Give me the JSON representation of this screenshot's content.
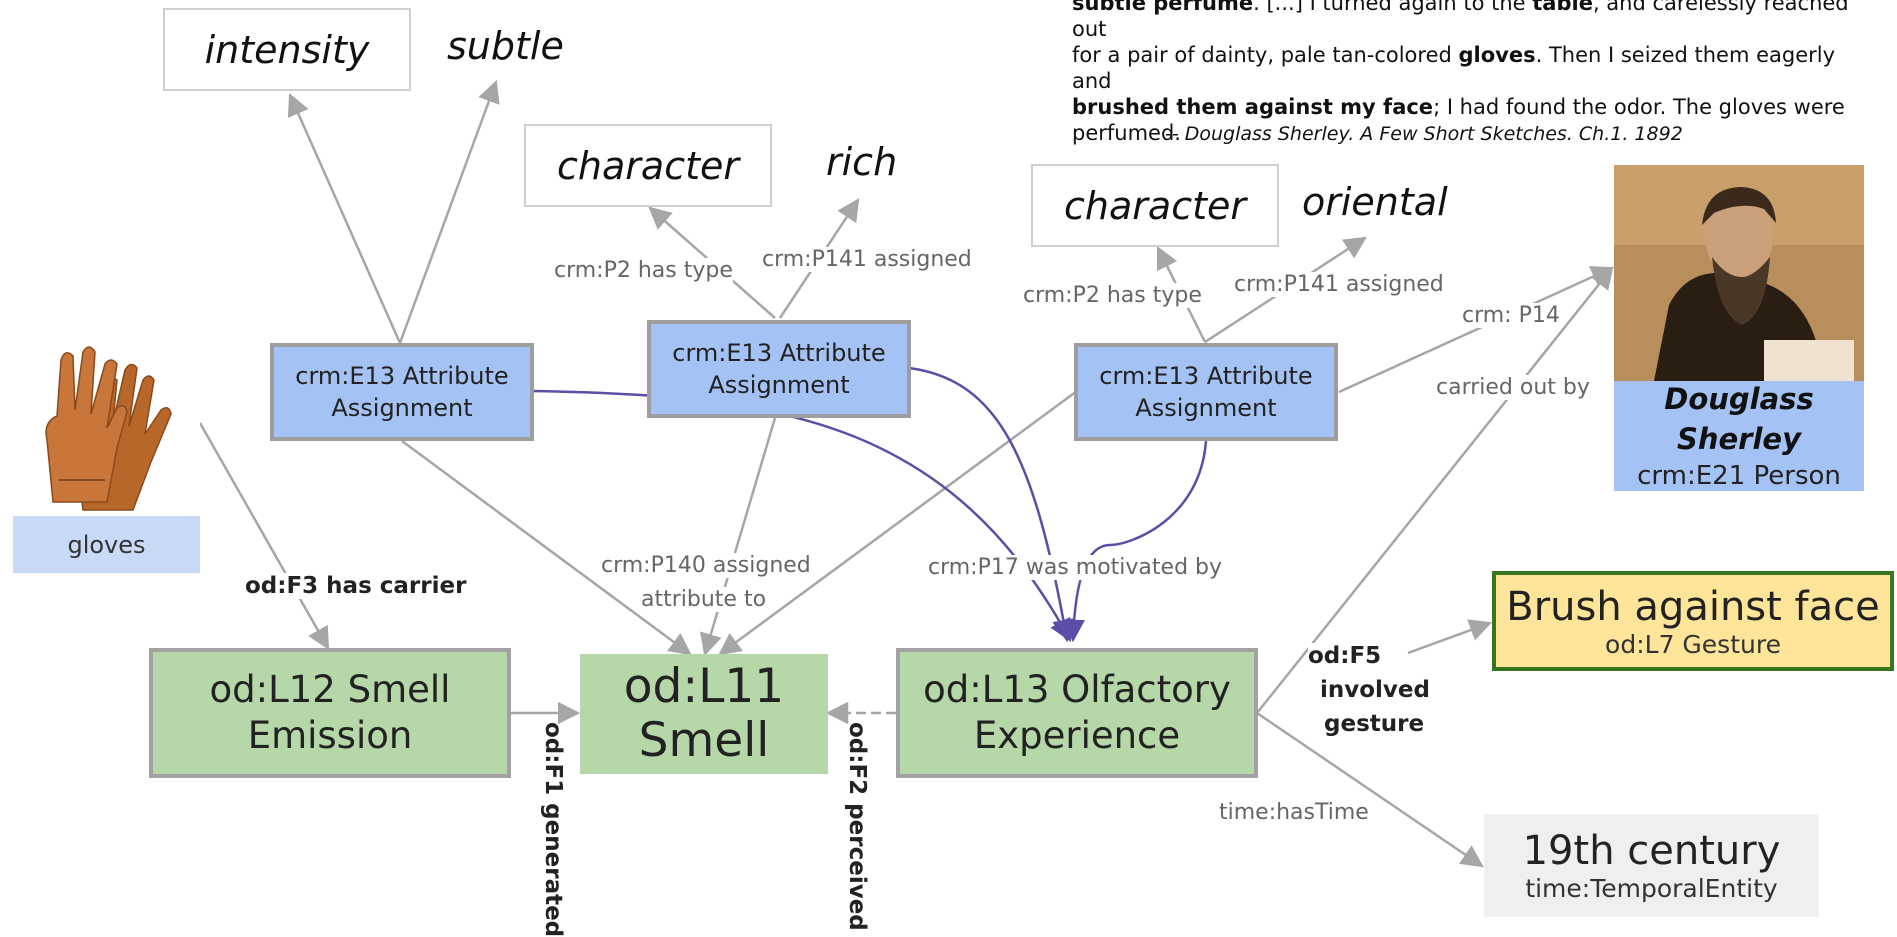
{
  "quote": {
    "line1_bold": "subtle perfume",
    "line1_rest": ". [...] I turned again to the ",
    "line1_bold2": "table",
    "line1_end": ", and carelessly reached out",
    "line2_start": "for a pair of dainty, pale tan-colored ",
    "line2_bold": "gloves",
    "line2_end": ". Then I seized them eagerly and",
    "line3_bold": "brushed them against my face",
    "line3_end": "; I had found the odor. The gloves were",
    "line4": "perfumed.",
    "citation": "-- Douglass Sherley. A Few Short Sketches. Ch.1. 1892"
  },
  "attributes": [
    {
      "type_word": "intensity",
      "value_word": "subtle"
    },
    {
      "type_word": "character",
      "value_word": "rich"
    },
    {
      "type_word": "character",
      "value_word": "oriental"
    }
  ],
  "nodes": {
    "attr_assignment": "crm:E13 Attribute Assignment",
    "smell_emission": "od:L12 Smell Emission",
    "smell": "od:L11 Smell",
    "olfactory_experience": "od:L13 Olfactory Experience",
    "gloves": "gloves",
    "person_name": "Douglass Sherley",
    "person_type": "crm:E21 Person",
    "gesture_name": "Brush against face",
    "gesture_type": "od:L7 Gesture",
    "time_name": "19th century",
    "time_type": "time:TemporalEntity"
  },
  "edge_labels": {
    "p2_has_type": "crm:P2 has type",
    "p141_assigned": "crm:P141 assigned",
    "p14": "crm: P14",
    "carried_out_by": "carried out by",
    "p140_line1": "crm:P140 assigned",
    "p140_line2": "attribute to",
    "p17": "crm:P17 was motivated by",
    "f3": "od:F3 has carrier",
    "f1": "od:F1 generated",
    "f2": "od:F2 perceived",
    "f5_line1": "od:F5",
    "f5_line2": "involved",
    "f5_line3": "gesture",
    "has_time": "time:hasTime"
  },
  "colors": {
    "attr_fill": "#a4c2f4",
    "green_fill": "#b6d7a8",
    "gesture_fill": "#ffe599",
    "gesture_border": "#38761d",
    "motivation_edge": "#5b4ea6",
    "edge_gray": "#a6a6a6"
  }
}
